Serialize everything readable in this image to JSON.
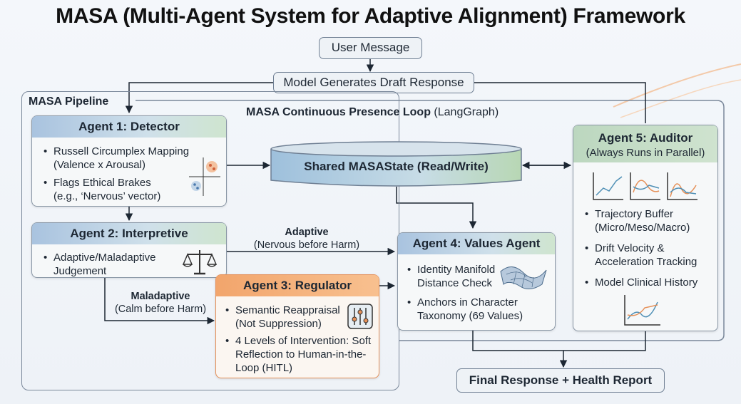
{
  "title": "MASA (Multi-Agent System for Adaptive Alignment) Framework",
  "user_message": "User Message",
  "draft_response": "Model Generates Draft Response",
  "pipeline_label": "MASA Pipeline",
  "loop_label_bold": "MASA Continuous Presence Loop",
  "loop_label_rest": " (LangGraph)",
  "shared_state": "Shared MASAState (Read/Write)",
  "agent1": {
    "title": "Agent 1: Detector",
    "b1": "Russell Circumplex Mapping (Valence x Arousal)",
    "b2": "Flags Ethical Brakes (e.g., ‘Nervous’ vector)"
  },
  "agent2": {
    "title": "Agent 2: Interpretive",
    "b1": "Adaptive/Maladaptive Judgement"
  },
  "agent3": {
    "title": "Agent 3: Regulator",
    "b1": "Semantic Reappraisal (Not Suppression)",
    "b2": "4 Levels of Intervention: Soft Reflection to Human-in-the-Loop (HITL)"
  },
  "agent4": {
    "title": "Agent 4: Values Agent",
    "b1": "Identity Manifold Distance Check",
    "b2": "Anchors in Character Taxonomy (69 Values)"
  },
  "agent5": {
    "title": "Agent 5: Auditor",
    "subtitle": "(Always Runs in Parallel)",
    "b1": "Trajectory Buffer (Micro/Meso/Macro)",
    "b2": "Drift Velocity & Acceleration Tracking",
    "b3": "Model Clinical History"
  },
  "edge_adaptive": {
    "bold": "Adaptive",
    "sub": "(Nervous before Harm)"
  },
  "edge_maladaptive": {
    "bold": "Maladaptive",
    "sub": "(Calm before Harm)"
  },
  "final": "Final Response + Health Report",
  "icons": [
    "scatter-icon",
    "scale-icon",
    "sliders-icon",
    "manifold-icon",
    "line-chart-icon"
  ]
}
